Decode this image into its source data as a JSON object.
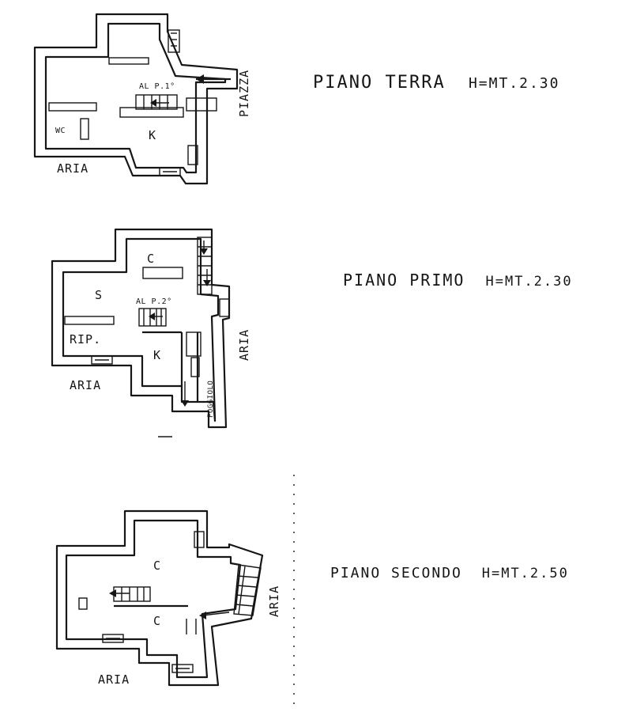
{
  "floors": [
    {
      "title": "PIANO TERRA",
      "height": "H=MT.2.30",
      "rooms": {
        "kitchen": "K",
        "wc": "WC"
      },
      "labels": {
        "stairs_up": "AL P.1°",
        "square": "PIAZZA",
        "air": "ARIA"
      }
    },
    {
      "title": "PIANO PRIMO",
      "height": "H=MT.2.30",
      "rooms": {
        "bedroom_top": "C",
        "living": "S",
        "kitchen": "K",
        "storage": "RIP."
      },
      "labels": {
        "stairs_up": "AL P.2°",
        "balcony": "POGGIOLO",
        "air_right": "ARIA",
        "air_bottom": "ARIA"
      }
    },
    {
      "title": "PIANO SECONDO",
      "height": "H=MT.2.50",
      "rooms": {
        "bedroom_top": "C",
        "bedroom_bottom": "C"
      },
      "labels": {
        "air_right": "ARIA",
        "air_bottom": "ARIA"
      }
    }
  ],
  "colors": {
    "ink": "#161616",
    "paper": "#ffffff"
  }
}
